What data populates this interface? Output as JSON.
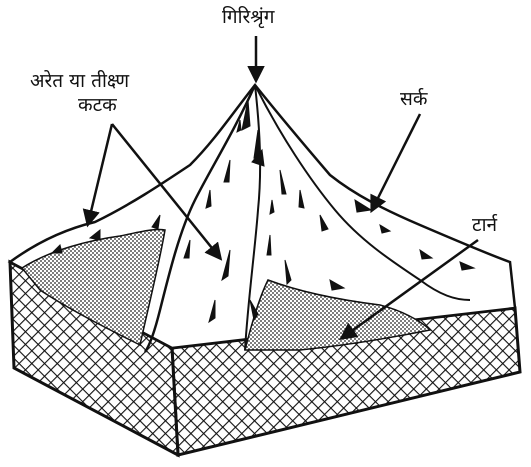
{
  "labels": {
    "peak": "गिरिश्रृंग",
    "arete_line1": "अरेत या तीक्ष्ण",
    "arete_line2": "कटक",
    "cirque": "सर्क",
    "tarn": "टार्न"
  },
  "colors": {
    "ink": "#111111",
    "paper": "#ffffff"
  }
}
